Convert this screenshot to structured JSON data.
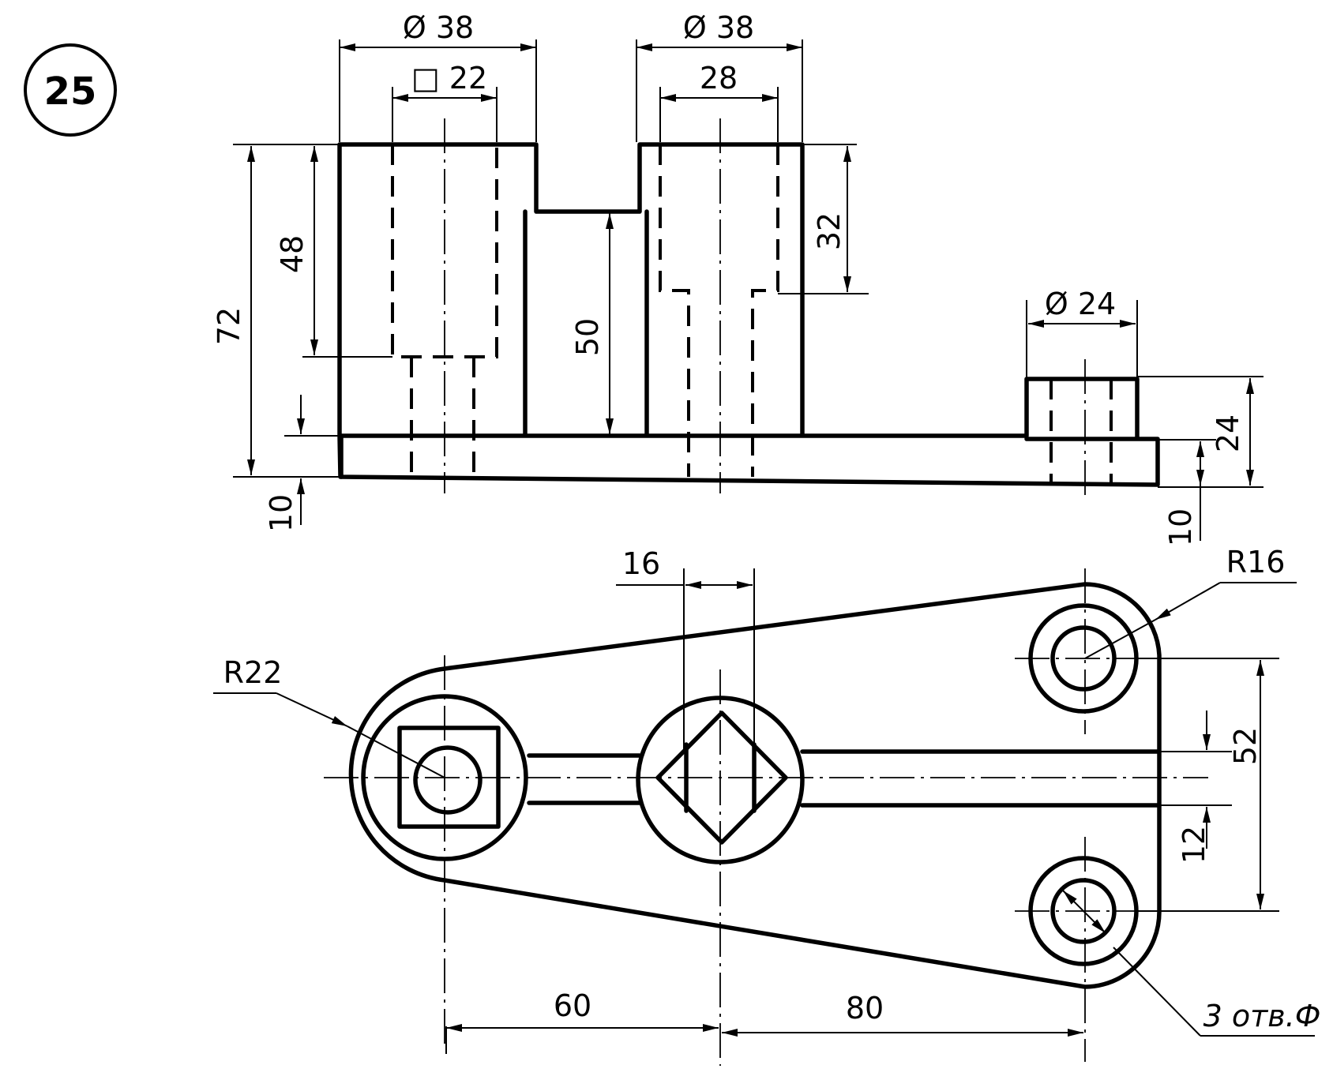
{
  "figure": {
    "number": "25"
  },
  "front_view": {
    "dim_dia_left": "Ø 38",
    "dim_square": "□ 22",
    "dim_dia_middle": "Ø 38",
    "dim_28": "28",
    "dim_72": "72",
    "dim_48": "48",
    "dim_50": "50",
    "dim_32": "32",
    "dim_10_left": "10",
    "dim_dia_right": "Ø 24",
    "dim_24": "24",
    "dim_10_right": "10"
  },
  "top_view": {
    "dim_16": "16",
    "dim_r16": "R16",
    "dim_r22": "R22",
    "dim_52": "52",
    "dim_12": "12",
    "dim_60": "60",
    "dim_80": "80",
    "dim_holes": "3 отв.Ф"
  }
}
